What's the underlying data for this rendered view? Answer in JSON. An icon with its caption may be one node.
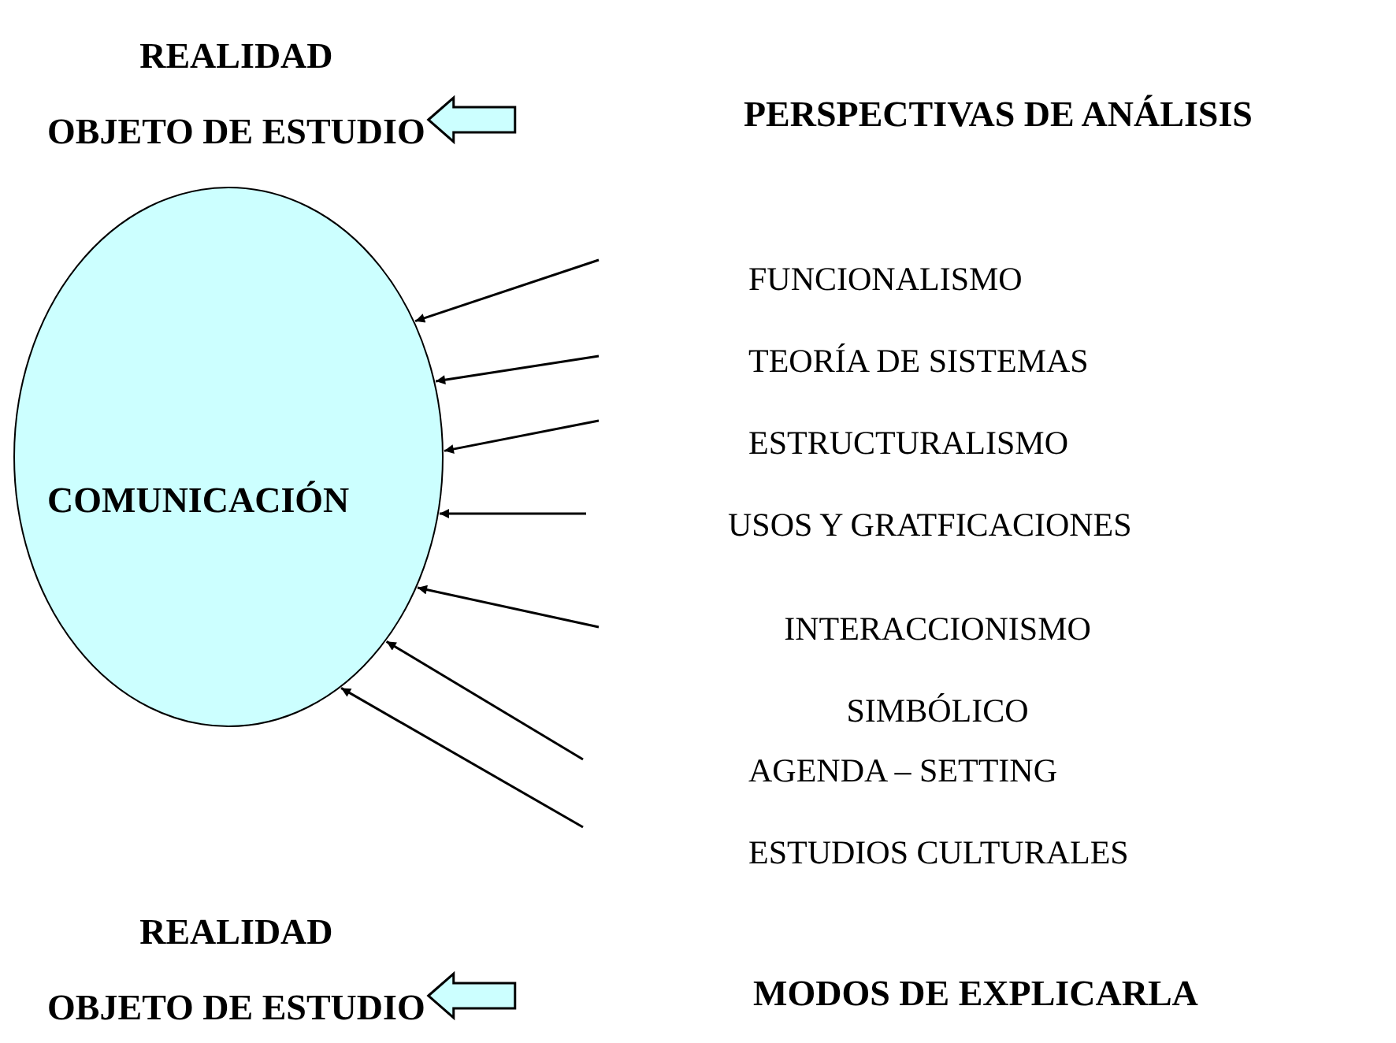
{
  "diagram": {
    "nodes": [
      {
        "text": [
          "REALIDAD",
          "OBJETO DE ESTUDIO"
        ]
      },
      {
        "text": [
          "COMUNICACIÓN"
        ]
      },
      {
        "text": [
          "REALIDAD",
          "OBJETO DE ESTUDIO"
        ]
      }
    ],
    "edges": [
      {
        "from": null,
        "to": 0,
        "arrow": "to",
        "style": "thick"
      },
      {
        "from": null,
        "to": 1,
        "arrow": "to"
      },
      {
        "from": null,
        "to": 1,
        "arrow": "to"
      },
      {
        "from": null,
        "to": 1,
        "arrow": "to"
      },
      {
        "from": null,
        "to": 1,
        "arrow": "to"
      },
      {
        "from": null,
        "to": 1,
        "arrow": "to"
      },
      {
        "from": null,
        "to": 1,
        "arrow": "to"
      },
      {
        "from": null,
        "to": 1,
        "arrow": "to"
      },
      {
        "from": null,
        "to": 2,
        "arrow": "to",
        "style": "thick"
      }
    ],
    "labels": [
      "PERSPECTIVAS DE ANÁLISIS",
      "FUNCIONALISMO",
      "TEORÍA DE SISTEMAS",
      "ESTRUCTURALISMO",
      "USOS Y GRATFICACIONES",
      "INTERACCIONISMO SIMBÓLICO",
      "AGENDA – SETTING",
      "ESTUDIOS CULTURALES",
      "MODOS DE EXPLICARLA"
    ]
  }
}
